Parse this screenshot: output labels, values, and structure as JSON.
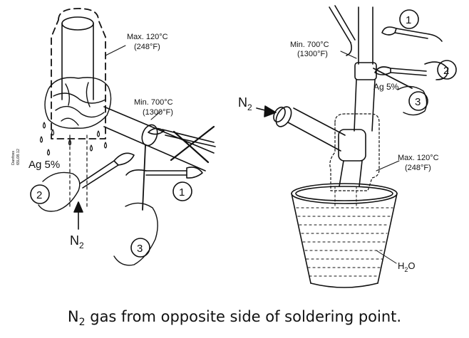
{
  "left_panel": {
    "max_temp_c": "Max. 120°C",
    "max_temp_f": "(248°F)",
    "min_temp_c": "Min. 700°C",
    "min_temp_f": "(1300°F)",
    "alloy": "Ag 5%",
    "gas_symbol": "N",
    "gas_subscript": "2",
    "step_1": "1",
    "step_2": "2",
    "step_3": "3",
    "watermark_line1": "Danfoss",
    "watermark_line2": "65L08.12"
  },
  "right_panel": {
    "min_temp_c": "Min. 700°C",
    "min_temp_f": "(1300°F)",
    "alloy": "Ag 5%",
    "gas_symbol": "N",
    "gas_subscript": "2",
    "max_temp_c": "Max. 120°C",
    "max_temp_f": "(248°F)",
    "water_symbol": "H",
    "water_subscript": "2",
    "water_tail": "O",
    "step_1": "1",
    "step_2": "2",
    "step_3": "3"
  },
  "caption": {
    "gas_symbol": "N",
    "gas_subscript": "2",
    "text": " gas from opposite side of soldering point."
  }
}
